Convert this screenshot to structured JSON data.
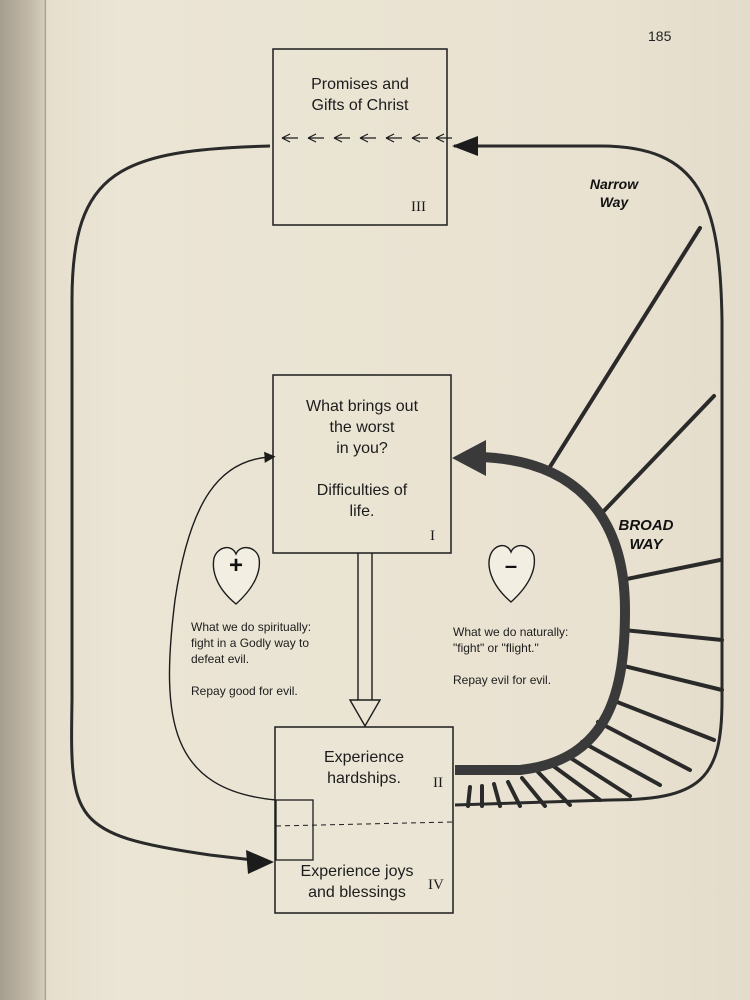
{
  "page_number": "185",
  "boxes": {
    "promises": {
      "label": "Promises and\nGifts of Christ",
      "numeral": "III"
    },
    "difficulties": {
      "label": "What brings out\nthe worst\nin you?\n\nDifficulties of\nlife.",
      "numeral": "I"
    },
    "hardships": {
      "label": "Experience\nhardships.",
      "numeral": "II"
    },
    "joys": {
      "label": "Experience joys\nand blessings",
      "numeral": "IV"
    }
  },
  "paths": {
    "narrow": {
      "label": "Narrow\nWay"
    },
    "broad": {
      "label": "BROAD\nWAY"
    }
  },
  "hearts": {
    "positive": {
      "symbol": "+",
      "text": "What we do spiritually:\nfight in a Godly way to\ndefeat evil.\n\nRepay good for evil."
    },
    "negative": {
      "symbol": "–",
      "text": "What we do naturally:\n\"fight\" or \"flight.\"\n\nRepay evil for evil."
    }
  },
  "colors": {
    "ink": "#1c1c1c",
    "paper": "#ebe5d5",
    "arrow_fill": "#4a4a4a"
  }
}
